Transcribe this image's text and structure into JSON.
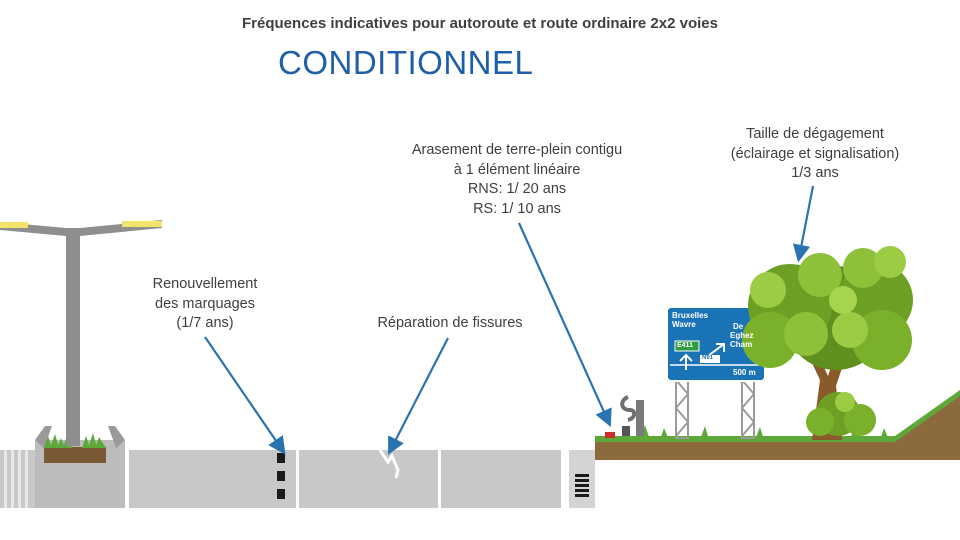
{
  "header": {
    "title": "Fréquences indicatives pour autoroute et route ordinaire 2x2 voies",
    "subtitle": "CONDITIONNEL"
  },
  "labels": {
    "marquages": [
      "Renouvellement",
      "des marquages",
      "(1/7 ans)"
    ],
    "fissures": "Réparation de fissures",
    "arasement": [
      "Arasement de terre-plein contigu",
      "à 1 élément linéaire",
      "RNS: 1/ 20 ans",
      "RS: 1/ 10 ans"
    ],
    "degagement": [
      "Taille de dégagement",
      "(éclairage et signalisation)",
      "1/3 ans"
    ]
  },
  "sign": {
    "line1": "Bruxelles",
    "line2": "Wavre",
    "line3": "De",
    "line4": "Eghez",
    "line5": "Cham",
    "exit": "E411",
    "route": "N91",
    "distance": "500 m"
  },
  "colors": {
    "title_blue": "#1f5fa8",
    "arrow_blue": "#2b73b0",
    "road_grey": "#c8c8c8",
    "grass_green": "#5da839",
    "soil_brown": "#8b6a3e",
    "sign_blue": "#1a73b5"
  }
}
